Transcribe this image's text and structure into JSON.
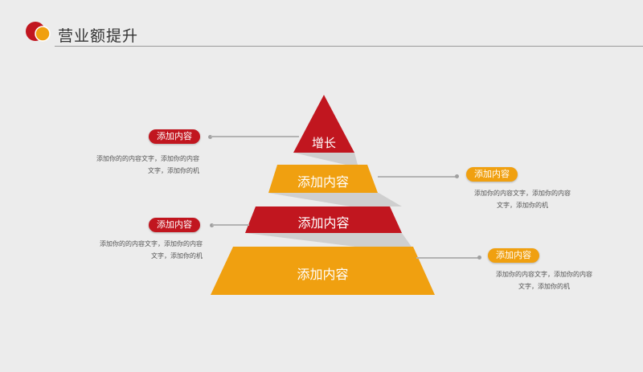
{
  "header": {
    "title": "营业额提升"
  },
  "colors": {
    "red": "#c1161f",
    "orange": "#f0a010",
    "shadow": "#cfcfcf"
  },
  "pyramid": {
    "tiers": [
      {
        "label": "增长",
        "color": "red"
      },
      {
        "label": "添加内容",
        "color": "orange"
      },
      {
        "label": "添加内容",
        "color": "red"
      },
      {
        "label": "添加内容",
        "color": "orange"
      }
    ]
  },
  "callouts": [
    {
      "tag": "添加内容",
      "color": "red",
      "line1": "添加你的的内容文字，添加你的内容",
      "line2": "文字，添加你的机"
    },
    {
      "tag": "添加内容",
      "color": "orange",
      "line1": "添加你的内容文字，添加你的内容",
      "line2": "文字，添加你的机"
    },
    {
      "tag": "添加内容",
      "color": "red",
      "line1": "添加你的的内容文字，添加你的内容",
      "line2": "文字，添加你的机"
    },
    {
      "tag": "添加内容",
      "color": "orange",
      "line1": "添加你的内容文字，添加你的内容",
      "line2": "文字，添加你的机"
    }
  ]
}
